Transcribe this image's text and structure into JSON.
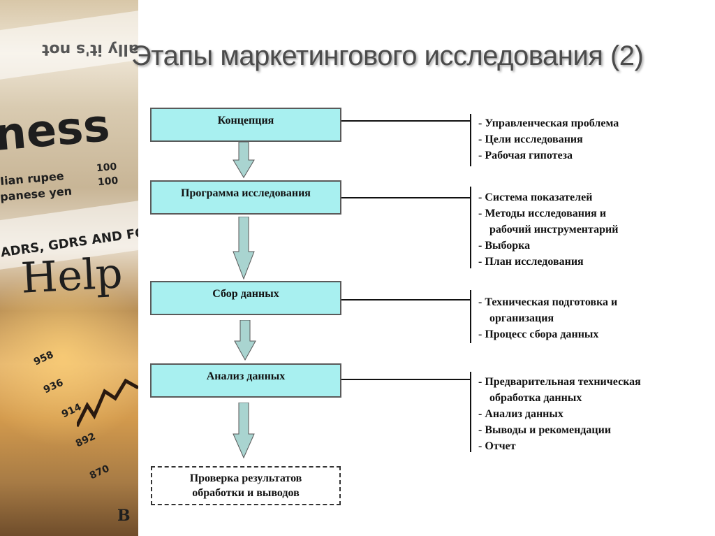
{
  "title": "Этапы маркетингового исследования (2)",
  "photo_texts": [
    "ness",
    "ally it's not",
    "Iian rupee",
    "panese yen",
    "ADRS, GDRS AND FOR",
    "Help",
    "958",
    "936",
    "914",
    "892",
    "870",
    "100",
    "100",
    "B"
  ],
  "stages": [
    {
      "label": "Концепция",
      "details": [
        "- Управленческая проблема",
        "- Цели исследования",
        "- Рабочая гипотеза"
      ]
    },
    {
      "label": "Программа исследования",
      "details": [
        "- Система показателей",
        "- Методы исследования и",
        "   рабочий инструментарий",
        "- Выборка",
        "- План исследования"
      ]
    },
    {
      "label": "Сбор данных",
      "details": [
        "- Техническая подготовка и",
        "   организация",
        "- Процесс сбора данных"
      ]
    },
    {
      "label": "Анализ данных",
      "details": [
        "- Предварительная техническая",
        "   обработка данных",
        "- Анализ данных",
        "- Выводы и рекомендации",
        "- Отчет"
      ]
    }
  ],
  "final_step": [
    "Проверка результатов",
    "обработки и выводов"
  ],
  "colors": {
    "stage_fill": "#a8f0f0",
    "arrow_fill": "#a9d4d0",
    "title": "#4b4b4b"
  }
}
